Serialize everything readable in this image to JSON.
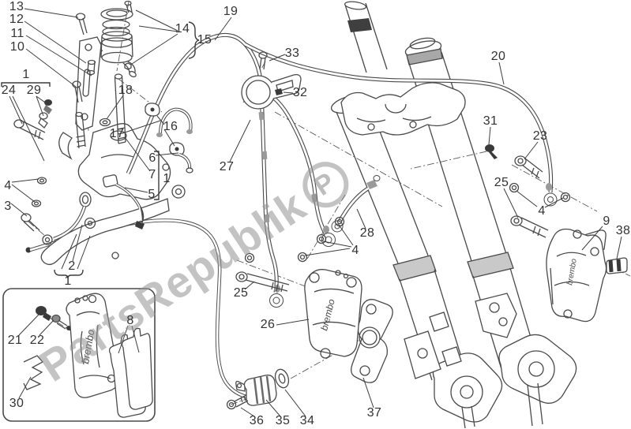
{
  "diagram": {
    "watermark": {
      "text": "PartsRepublik",
      "logo_letter": "P"
    },
    "caliper_brand": "brembo",
    "colors": {
      "line": "#4a4a4a",
      "background": "#ffffff",
      "watermark": "#919191",
      "dark_fill": "#3a3a3a"
    },
    "callouts": [
      {
        "label": "13"
      },
      {
        "label": "12"
      },
      {
        "label": "11"
      },
      {
        "label": "10"
      },
      {
        "label": "1"
      },
      {
        "label": "24"
      },
      {
        "label": "29"
      },
      {
        "label": "14"
      },
      {
        "label": "15"
      },
      {
        "label": "19"
      },
      {
        "label": "33"
      },
      {
        "label": "32"
      },
      {
        "label": "27"
      },
      {
        "label": "18"
      },
      {
        "label": "17"
      },
      {
        "label": "16"
      },
      {
        "label": "6"
      },
      {
        "label": "7"
      },
      {
        "label": "1"
      },
      {
        "label": "5"
      },
      {
        "label": "4"
      },
      {
        "label": "3"
      },
      {
        "label": "2"
      },
      {
        "label": "1"
      },
      {
        "label": "20"
      },
      {
        "label": "31"
      },
      {
        "label": "23"
      },
      {
        "label": "28"
      },
      {
        "label": "4"
      },
      {
        "label": "25"
      },
      {
        "label": "4"
      },
      {
        "label": "9"
      },
      {
        "label": "38"
      },
      {
        "label": "25"
      },
      {
        "label": "26"
      },
      {
        "label": "21"
      },
      {
        "label": "22"
      },
      {
        "label": "30"
      },
      {
        "label": "8"
      },
      {
        "label": "36"
      },
      {
        "label": "35"
      },
      {
        "label": "34"
      },
      {
        "label": "37"
      }
    ]
  }
}
